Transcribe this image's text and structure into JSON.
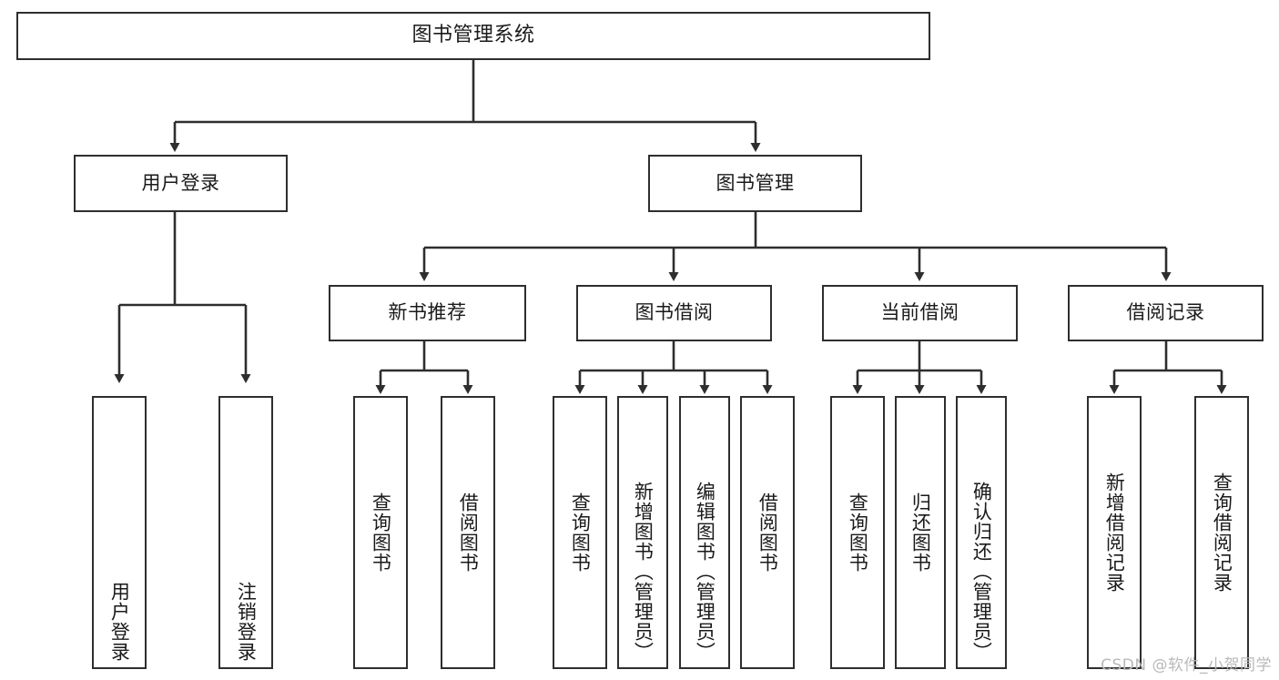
{
  "diagram": {
    "title": "图书管理系统",
    "root": {
      "label": "图书管理系统"
    },
    "level2": [
      {
        "label": "用户登录"
      },
      {
        "label": "图书管理"
      }
    ],
    "level3": [
      {
        "label": "新书推荐"
      },
      {
        "label": "图书借阅"
      },
      {
        "label": "当前借阅"
      },
      {
        "label": "借阅记录"
      }
    ],
    "leaves": {
      "user_login": [
        {
          "label": "用户登录"
        },
        {
          "label": "注销登录"
        }
      ],
      "new_book_recommend": [
        {
          "label": "查询图书"
        },
        {
          "label": "借阅图书"
        }
      ],
      "book_borrow": [
        {
          "label": "查询图书"
        },
        {
          "label": "新增图书（管理员）"
        },
        {
          "label": "编辑图书（管理员）"
        },
        {
          "label": "借阅图书"
        }
      ],
      "current_borrow": [
        {
          "label": "查询图书"
        },
        {
          "label": "归还图书"
        },
        {
          "label": "确认归还（管理员）"
        }
      ],
      "borrow_record": [
        {
          "label": "新增借阅记录"
        },
        {
          "label": "查询借阅记录"
        }
      ]
    }
  },
  "watermark": {
    "text": "CSDN @软件_小贺同学"
  },
  "colors": {
    "border": "#2e2e2e",
    "text": "#1a1a1a",
    "background": "#ffffff",
    "watermark": "#b9b9b9"
  }
}
